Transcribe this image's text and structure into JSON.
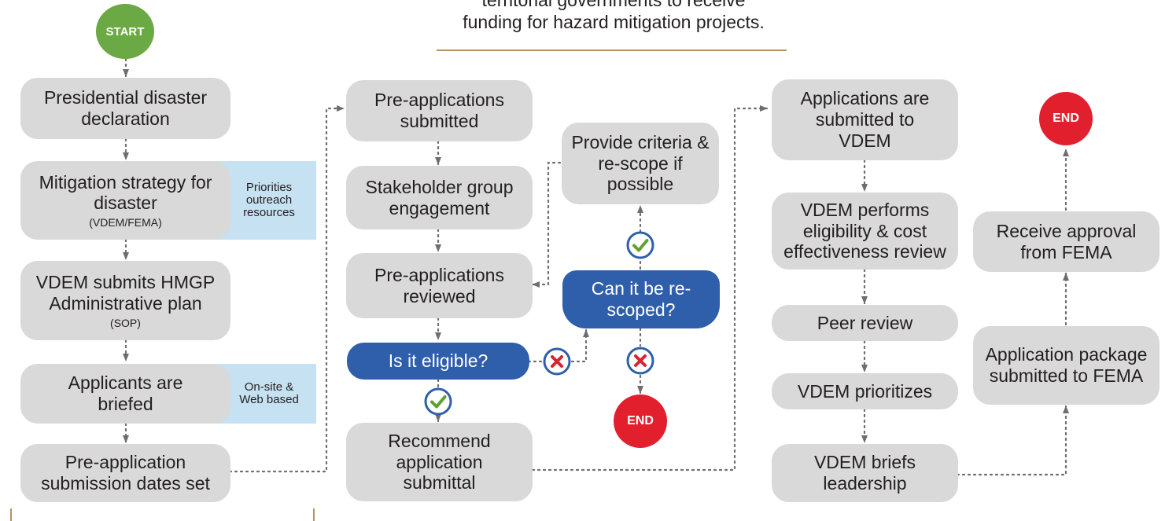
{
  "header": {
    "line1": "territorial governments to receive",
    "line2": "funding for hazard mitigation projects."
  },
  "terminals": {
    "start": "START",
    "end_eligibility": "END",
    "end_final": "END"
  },
  "column1": {
    "declaration": "Presidential disaster declaration",
    "strategy": "Mitigation strategy for disaster",
    "strategy_sub": "(VDEM/FEMA)",
    "strategy_note": "Priorities outreach resources",
    "admin_plan": "VDEM submits HMGP Administrative plan",
    "admin_plan_sub": "(SOP)",
    "briefed": "Applicants are briefed",
    "briefed_note": "On-site & Web based",
    "dates": "Pre-application submission dates set"
  },
  "column2": {
    "submitted": "Pre-applications submitted",
    "stakeholder": "Stakeholder group engagement",
    "reviewed": "Pre-applications reviewed",
    "eligible_question": "Is it eligible?",
    "recommend": "Recommend application submittal",
    "criteria": "Provide criteria & re-scope if possible",
    "rescope_question": "Can it be re-scoped?"
  },
  "column3": {
    "submitted_vdem": "Applications are submitted to VDEM",
    "eligibility_review": "VDEM performs eligibility & cost effectiveness review",
    "peer_review": "Peer review",
    "prioritizes": "VDEM prioritizes",
    "briefs": "VDEM briefs leadership"
  },
  "column4": {
    "package": "Application package submitted to FEMA",
    "approval": "Receive approval from FEMA"
  },
  "colors": {
    "process_box": "#d9d9d9",
    "note_box": "#c6e1f1",
    "decision": "#2f5fab",
    "start": "#6aa943",
    "end": "#e21f2d",
    "check": "#5fa12f",
    "cross": "#d9232d",
    "badge_ring": "#2f5fab",
    "rule": "#b3926a"
  }
}
